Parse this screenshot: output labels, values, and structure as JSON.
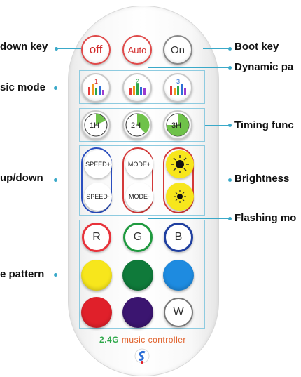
{
  "labels": {
    "left": [
      "down key",
      "sic mode",
      "up/down",
      "e pattern"
    ],
    "right": [
      "Boot key",
      "Dynamic pa",
      "Timing func",
      "Brightness",
      "Flashing mo"
    ]
  },
  "keys": {
    "off": "off",
    "auto": "Auto",
    "on": "On",
    "music": [
      "1",
      "2",
      "3"
    ],
    "timer": [
      "1H",
      "2H",
      "3H"
    ],
    "speed_up": "SPEED+",
    "speed_down": "SPEED-",
    "mode_up": "MODE+",
    "mode_down": "MODE-",
    "r": "R",
    "g": "G",
    "b": "B",
    "w": "W"
  },
  "brand": {
    "prefix": "2.4G",
    "text": "music controller"
  },
  "colors": {
    "accent_line": "#3aa9c9",
    "red": "#e8323a",
    "green": "#1f9a3f",
    "blue": "#1f3fa0",
    "yellow": "#f7e61c",
    "dark_green": "#0f7a3a",
    "sky_blue": "#1e8be0",
    "red2": "#e0202a",
    "purple": "#3b1570"
  },
  "icons": [
    "music-bars-icon",
    "clock-icon",
    "sun-icon",
    "brand-logo-icon"
  ]
}
